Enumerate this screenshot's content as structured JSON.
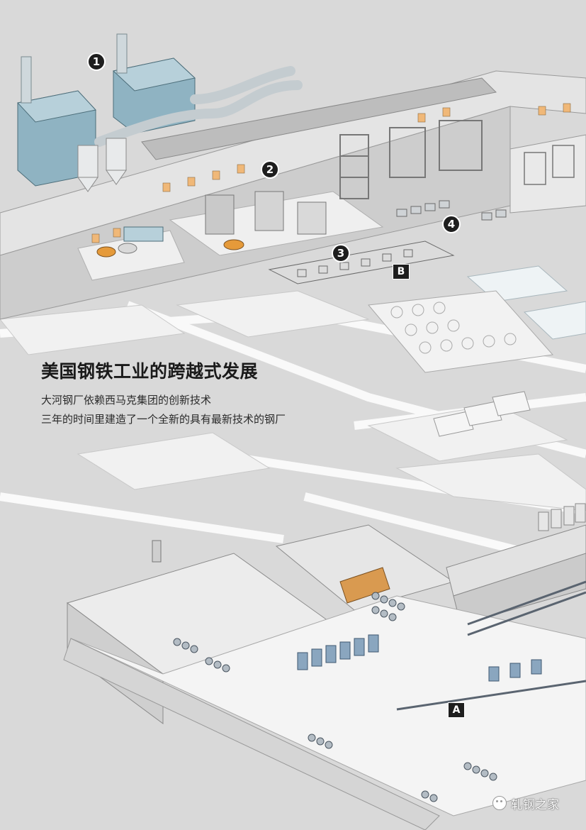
{
  "headline": "美国钢铁工业的跨越式发展",
  "subtitle_line1": "大河钢厂依赖西马克集团的创新技术",
  "subtitle_line2": "三年的时间里建造了一个全新的具有最新技术的钢厂",
  "markers": {
    "m1": "1",
    "m2": "2",
    "m3": "3",
    "m4": "4",
    "area_a": "A",
    "area_b": "B"
  },
  "watermark": "轧钢之家",
  "colors": {
    "background": "#d9d9d9",
    "roof": "#e8e8e8",
    "wall": "#cfcfcf",
    "dust_collector": "#8fb3c2",
    "accent_orange": "#e59a3a",
    "dark": "#1e1e1e"
  }
}
